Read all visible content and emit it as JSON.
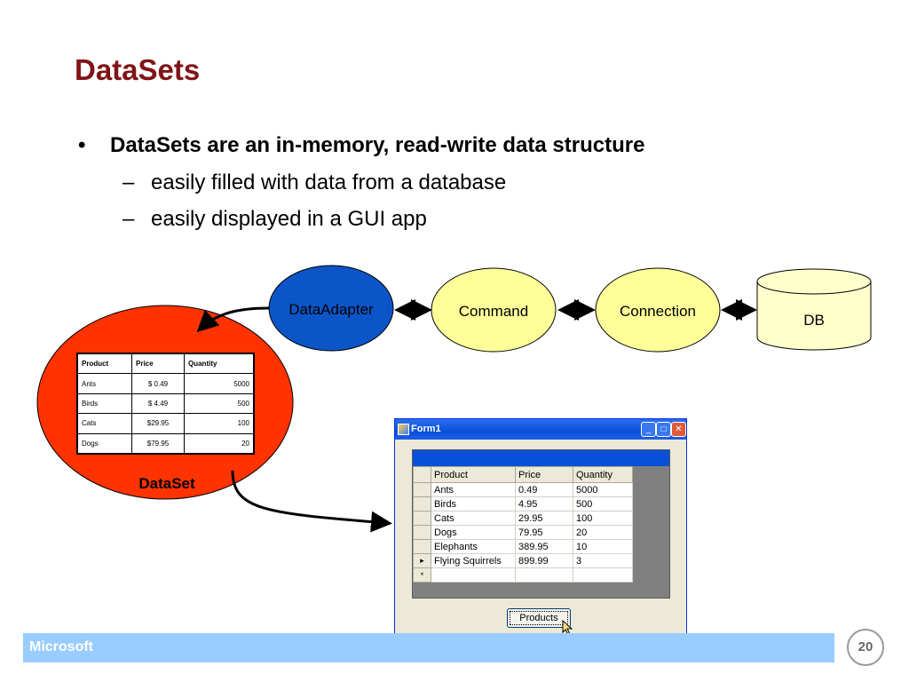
{
  "slide": {
    "title": "DataSets",
    "bullet": "DataSets are an in-memory, read-write data structure",
    "bullet_marker": "•",
    "dash": "–",
    "subbullets": [
      "easily filled with data from a database",
      "easily displayed in a GUI app"
    ]
  },
  "diagram": {
    "nodes": {
      "dataadapter": "DataAdapter",
      "command": "Command",
      "connection": "Connection",
      "db": "DB",
      "dataset": "DataSet"
    },
    "colors": {
      "dataadapter": "#0b55c8",
      "command_connection": "#ffff99",
      "db": "#ffffcc",
      "dataset": "#ff3300"
    },
    "mini_table": {
      "headers": [
        "Product",
        "Price",
        "Quantity"
      ],
      "rows": [
        [
          "Ants",
          "$  0.49",
          "5000"
        ],
        [
          "Birds",
          "$  4.49",
          "500"
        ],
        [
          "Cats",
          "$29.95",
          "100"
        ],
        [
          "Dogs",
          "$79.95",
          "20"
        ]
      ]
    }
  },
  "form": {
    "title": "Form1",
    "grid_headers": [
      "Product",
      "Price",
      "Quantity"
    ],
    "grid_rows": [
      [
        "Ants",
        "0.49",
        "5000"
      ],
      [
        "Birds",
        "4.95",
        "500"
      ],
      [
        "Cats",
        "29.95",
        "100"
      ],
      [
        "Dogs",
        "79.95",
        "20"
      ],
      [
        "Elephants",
        "389.95",
        "10"
      ],
      [
        "Flying Squirrels",
        "899.99",
        "3"
      ]
    ],
    "current_row_marker": "▸",
    "new_row_marker": "*",
    "button_label": "Products"
  },
  "footer": {
    "brand": "Microsoft",
    "page_number": "20"
  }
}
